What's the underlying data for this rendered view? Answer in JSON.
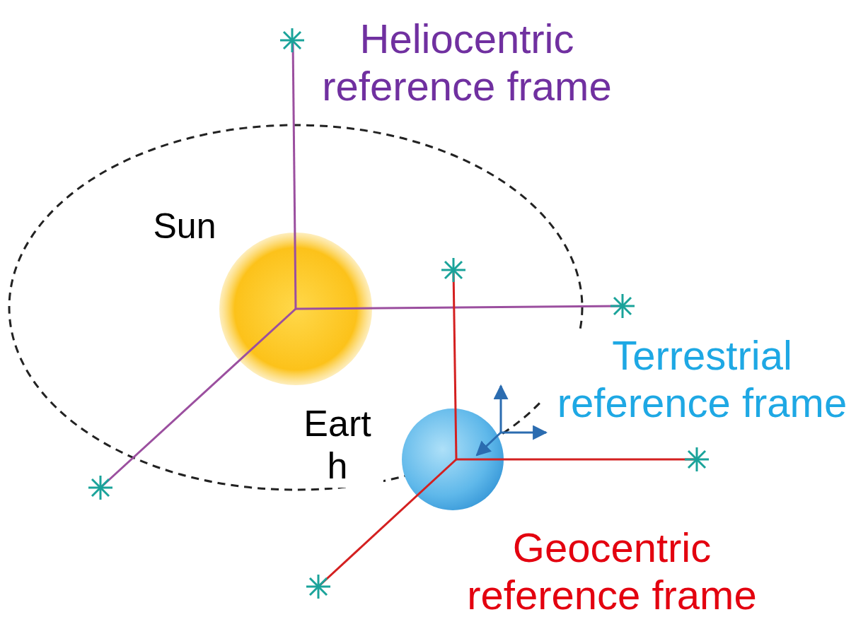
{
  "diagram": {
    "labels": [
      "Heliocentric reference frame",
      "Sun",
      "Eart h",
      "Terrestrial reference frame",
      "Geocentric reference frame"
    ]
  }
}
